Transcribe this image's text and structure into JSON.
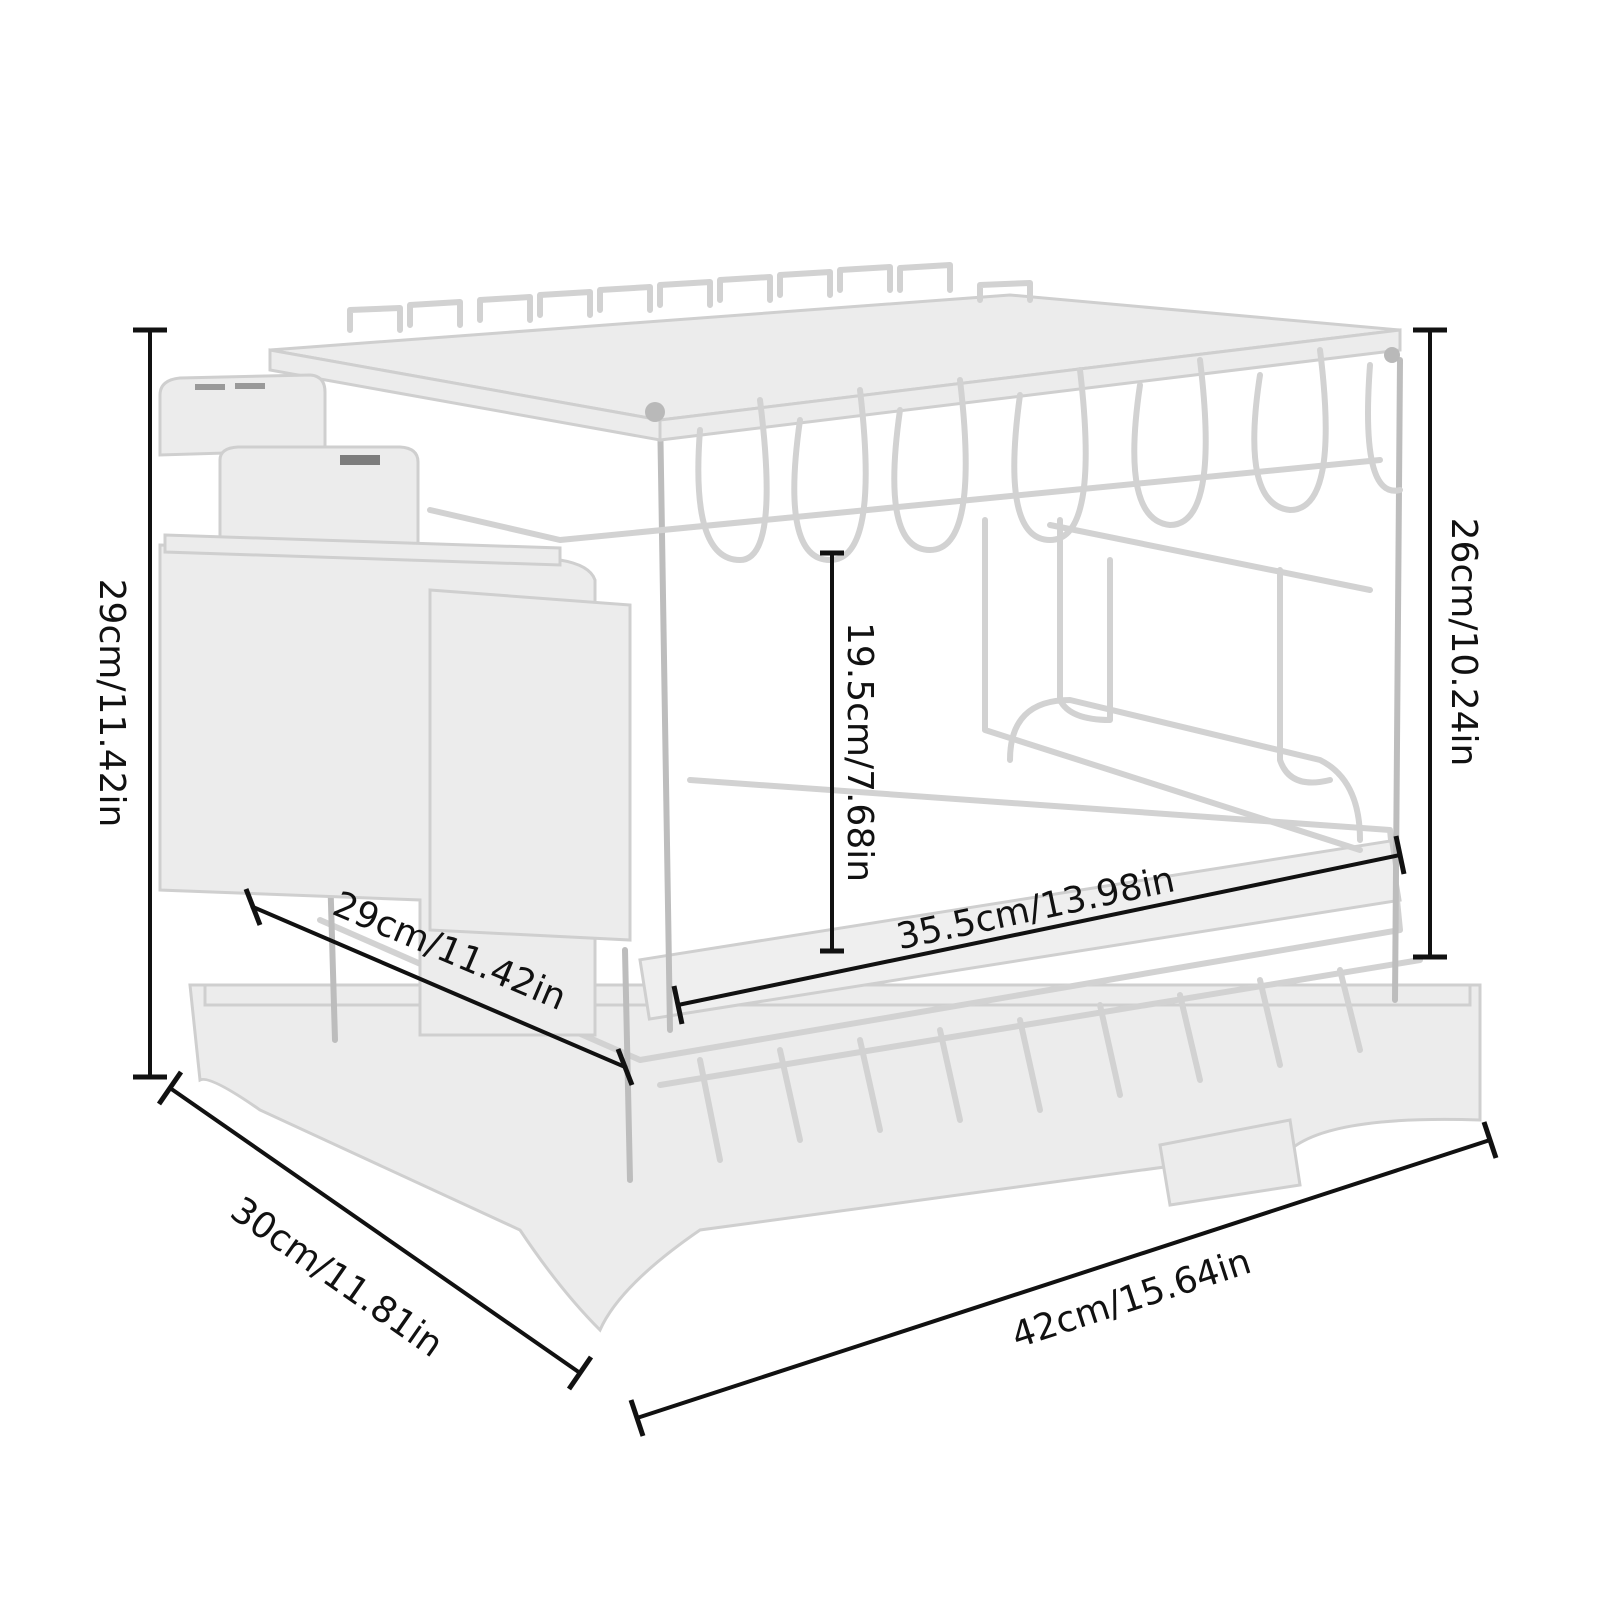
{
  "product": {
    "description_icon": "dish-drying-rack"
  },
  "dimensions": {
    "total_height": "29cm/11.42in",
    "frame_height": "26cm/10.24in",
    "tier_gap": "19.5cm/7.68in",
    "upper_depth": "29cm/11.42in",
    "upper_width": "35.5cm/13.98in",
    "base_depth": "30cm/11.81in",
    "base_width": "42cm/15.64in"
  },
  "colors": {
    "background": "#ffffff",
    "product": "#ececec",
    "dimension_lines": "#111111"
  }
}
